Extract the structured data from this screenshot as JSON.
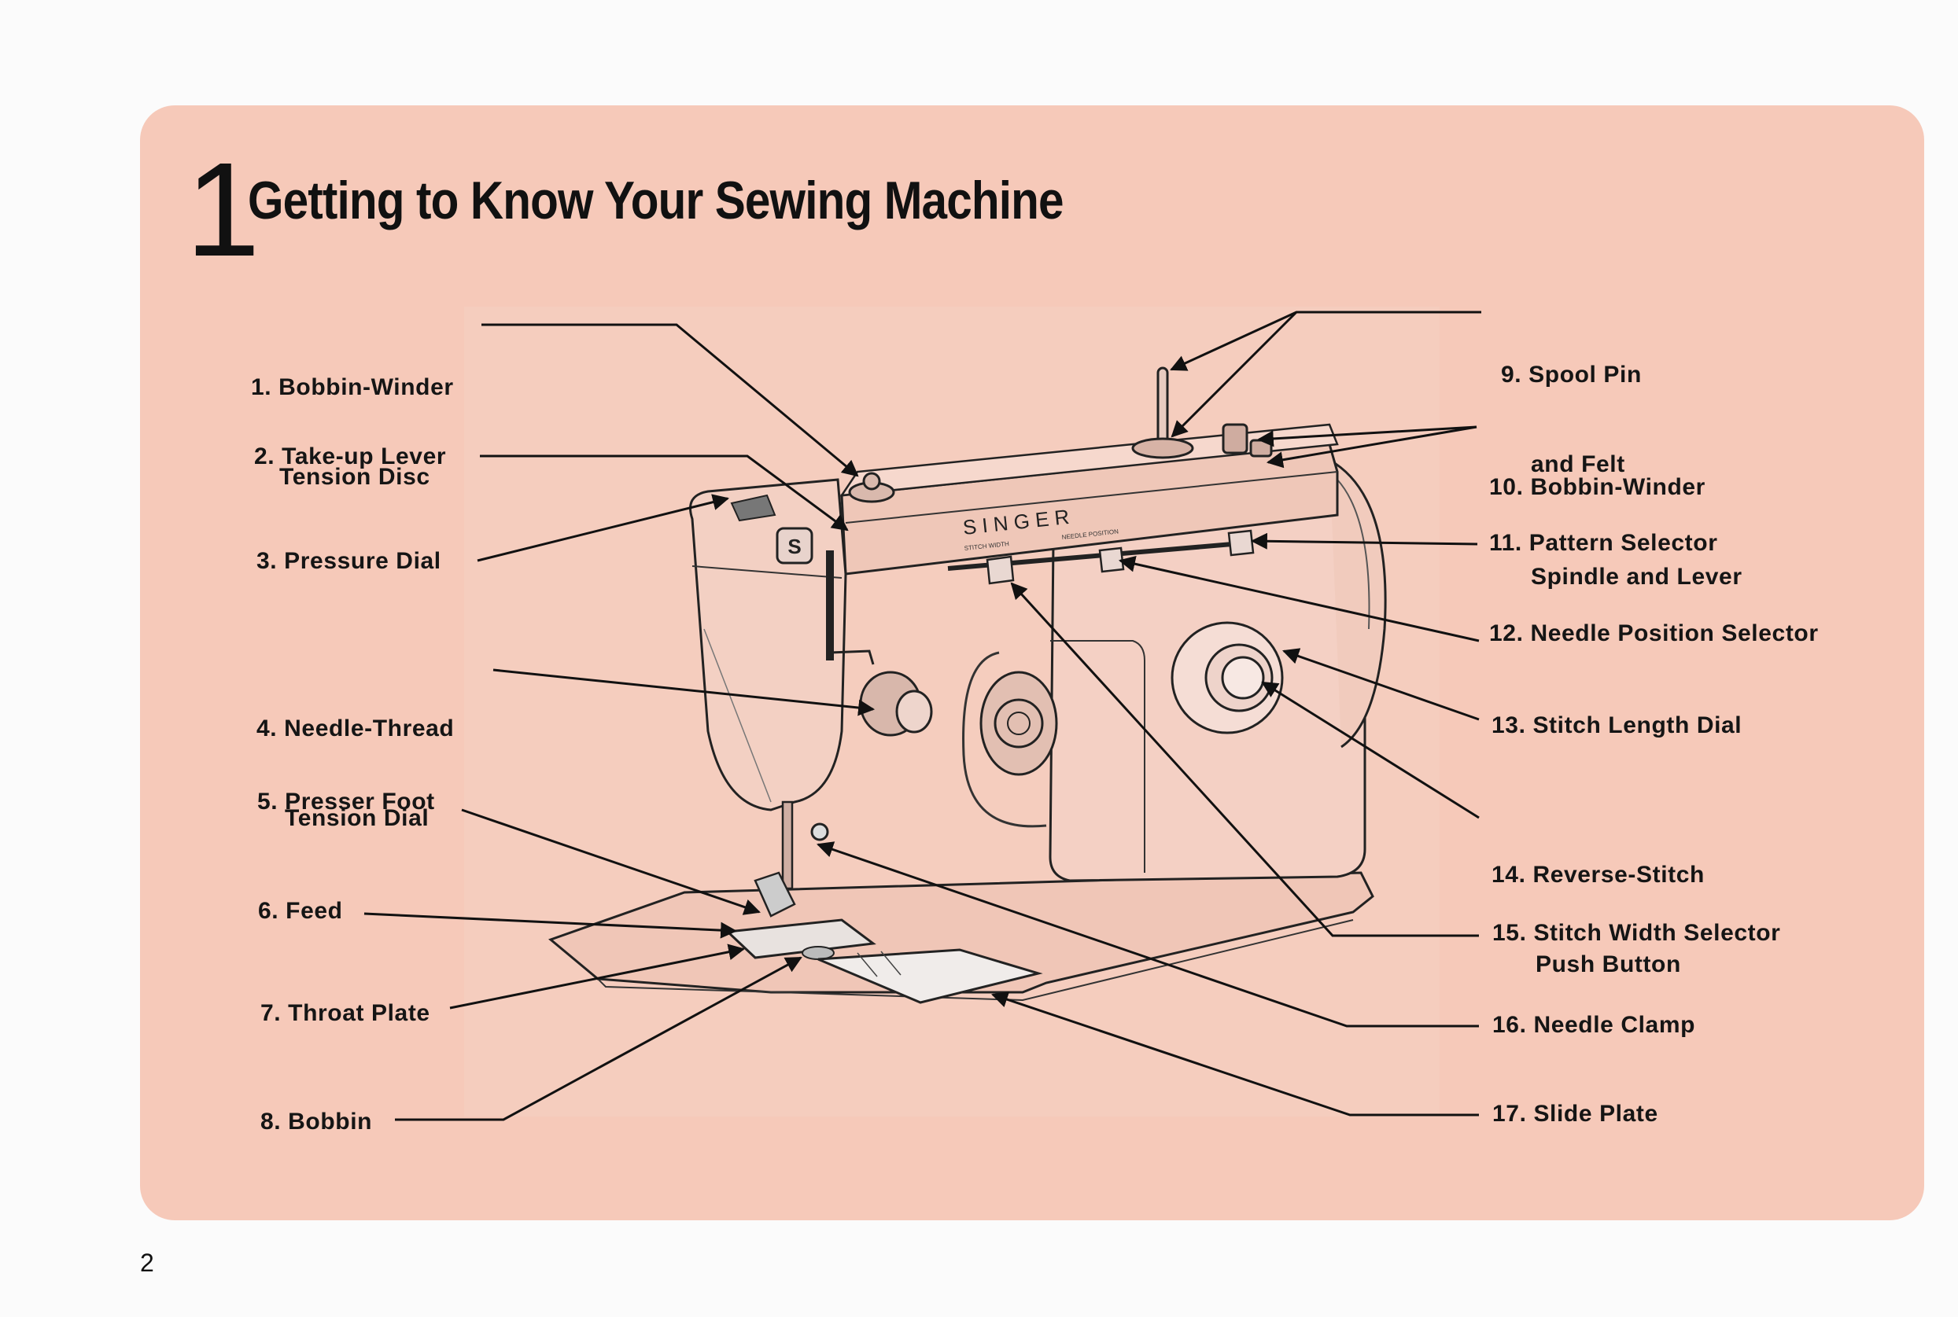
{
  "chapter": {
    "number": "1",
    "title": "Getting to Know Your Sewing Machine"
  },
  "machine_text": {
    "brand": "S I N G E R",
    "stitch_width": "STITCH WIDTH",
    "needle_position": "NEEDLE POSITION"
  },
  "labels": [
    {
      "id": "1",
      "line1": "1. Bobbin-Winder",
      "line2": "Tension Disc"
    },
    {
      "id": "2",
      "line1": "2. Take-up Lever"
    },
    {
      "id": "3",
      "line1": "3. Pressure Dial"
    },
    {
      "id": "4",
      "line1": "4. Needle-Thread",
      "line2": "Tension Dial"
    },
    {
      "id": "5",
      "line1": "5. Presser Foot"
    },
    {
      "id": "6",
      "line1": "6. Feed"
    },
    {
      "id": "7",
      "line1": "7. Throat Plate"
    },
    {
      "id": "8",
      "line1": "8. Bobbin"
    },
    {
      "id": "9",
      "line1": "9. Spool Pin",
      "line2": "and Felt"
    },
    {
      "id": "10",
      "line1": "10. Bobbin-Winder",
      "line2": "Spindle and Lever"
    },
    {
      "id": "11",
      "line1": "11. Pattern Selector"
    },
    {
      "id": "12",
      "line1": "12. Needle Position Selector"
    },
    {
      "id": "13",
      "line1": "13. Stitch Length Dial"
    },
    {
      "id": "14",
      "line1": "14. Reverse-Stitch",
      "line2": "Push Button"
    },
    {
      "id": "15",
      "line1": "15. Stitch Width Selector"
    },
    {
      "id": "16",
      "line1": "16. Needle Clamp"
    },
    {
      "id": "17",
      "line1": "17. Slide Plate"
    }
  ],
  "page_number": "2",
  "colors": {
    "panel": "#f6c9b9",
    "machine_body": "#f3d2c6",
    "line": "#111111"
  }
}
